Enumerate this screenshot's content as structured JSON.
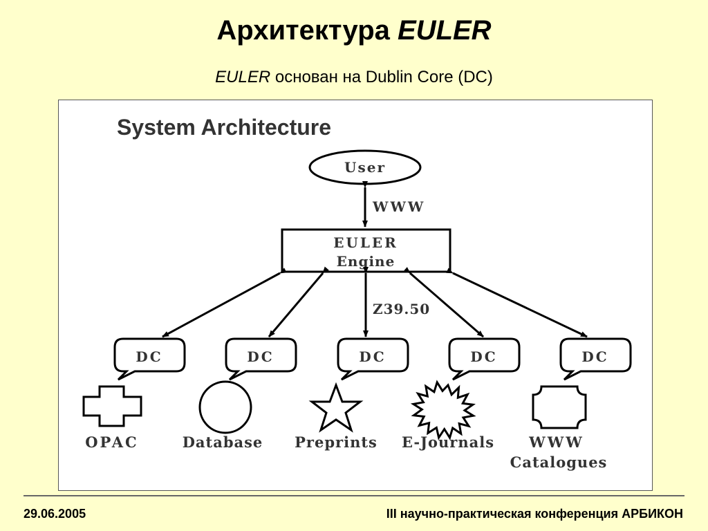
{
  "slide": {
    "title_prefix": "Архитектура ",
    "title_emph": "EULER",
    "subtitle_emph": "EULER",
    "subtitle_rest": " основан на Dublin Core (DC)"
  },
  "diagram": {
    "heading": "System Architecture",
    "user": "User",
    "www": "WWW",
    "engine_line1": "EULER",
    "engine_line2": "Engine",
    "protocol": "Z39.50",
    "dc_label": "DC",
    "sources": [
      {
        "label": "OPAC",
        "shape": "cross"
      },
      {
        "label": "Database",
        "shape": "circle"
      },
      {
        "label": "Preprints",
        "shape": "star"
      },
      {
        "label": "E-Journals",
        "shape": "starburst"
      },
      {
        "label": "WWW",
        "label2": "Catalogues",
        "shape": "octagon"
      }
    ]
  },
  "footer": {
    "date": "29.06.2005",
    "conference": "III научно-практическая конференция АРБИКОН"
  }
}
